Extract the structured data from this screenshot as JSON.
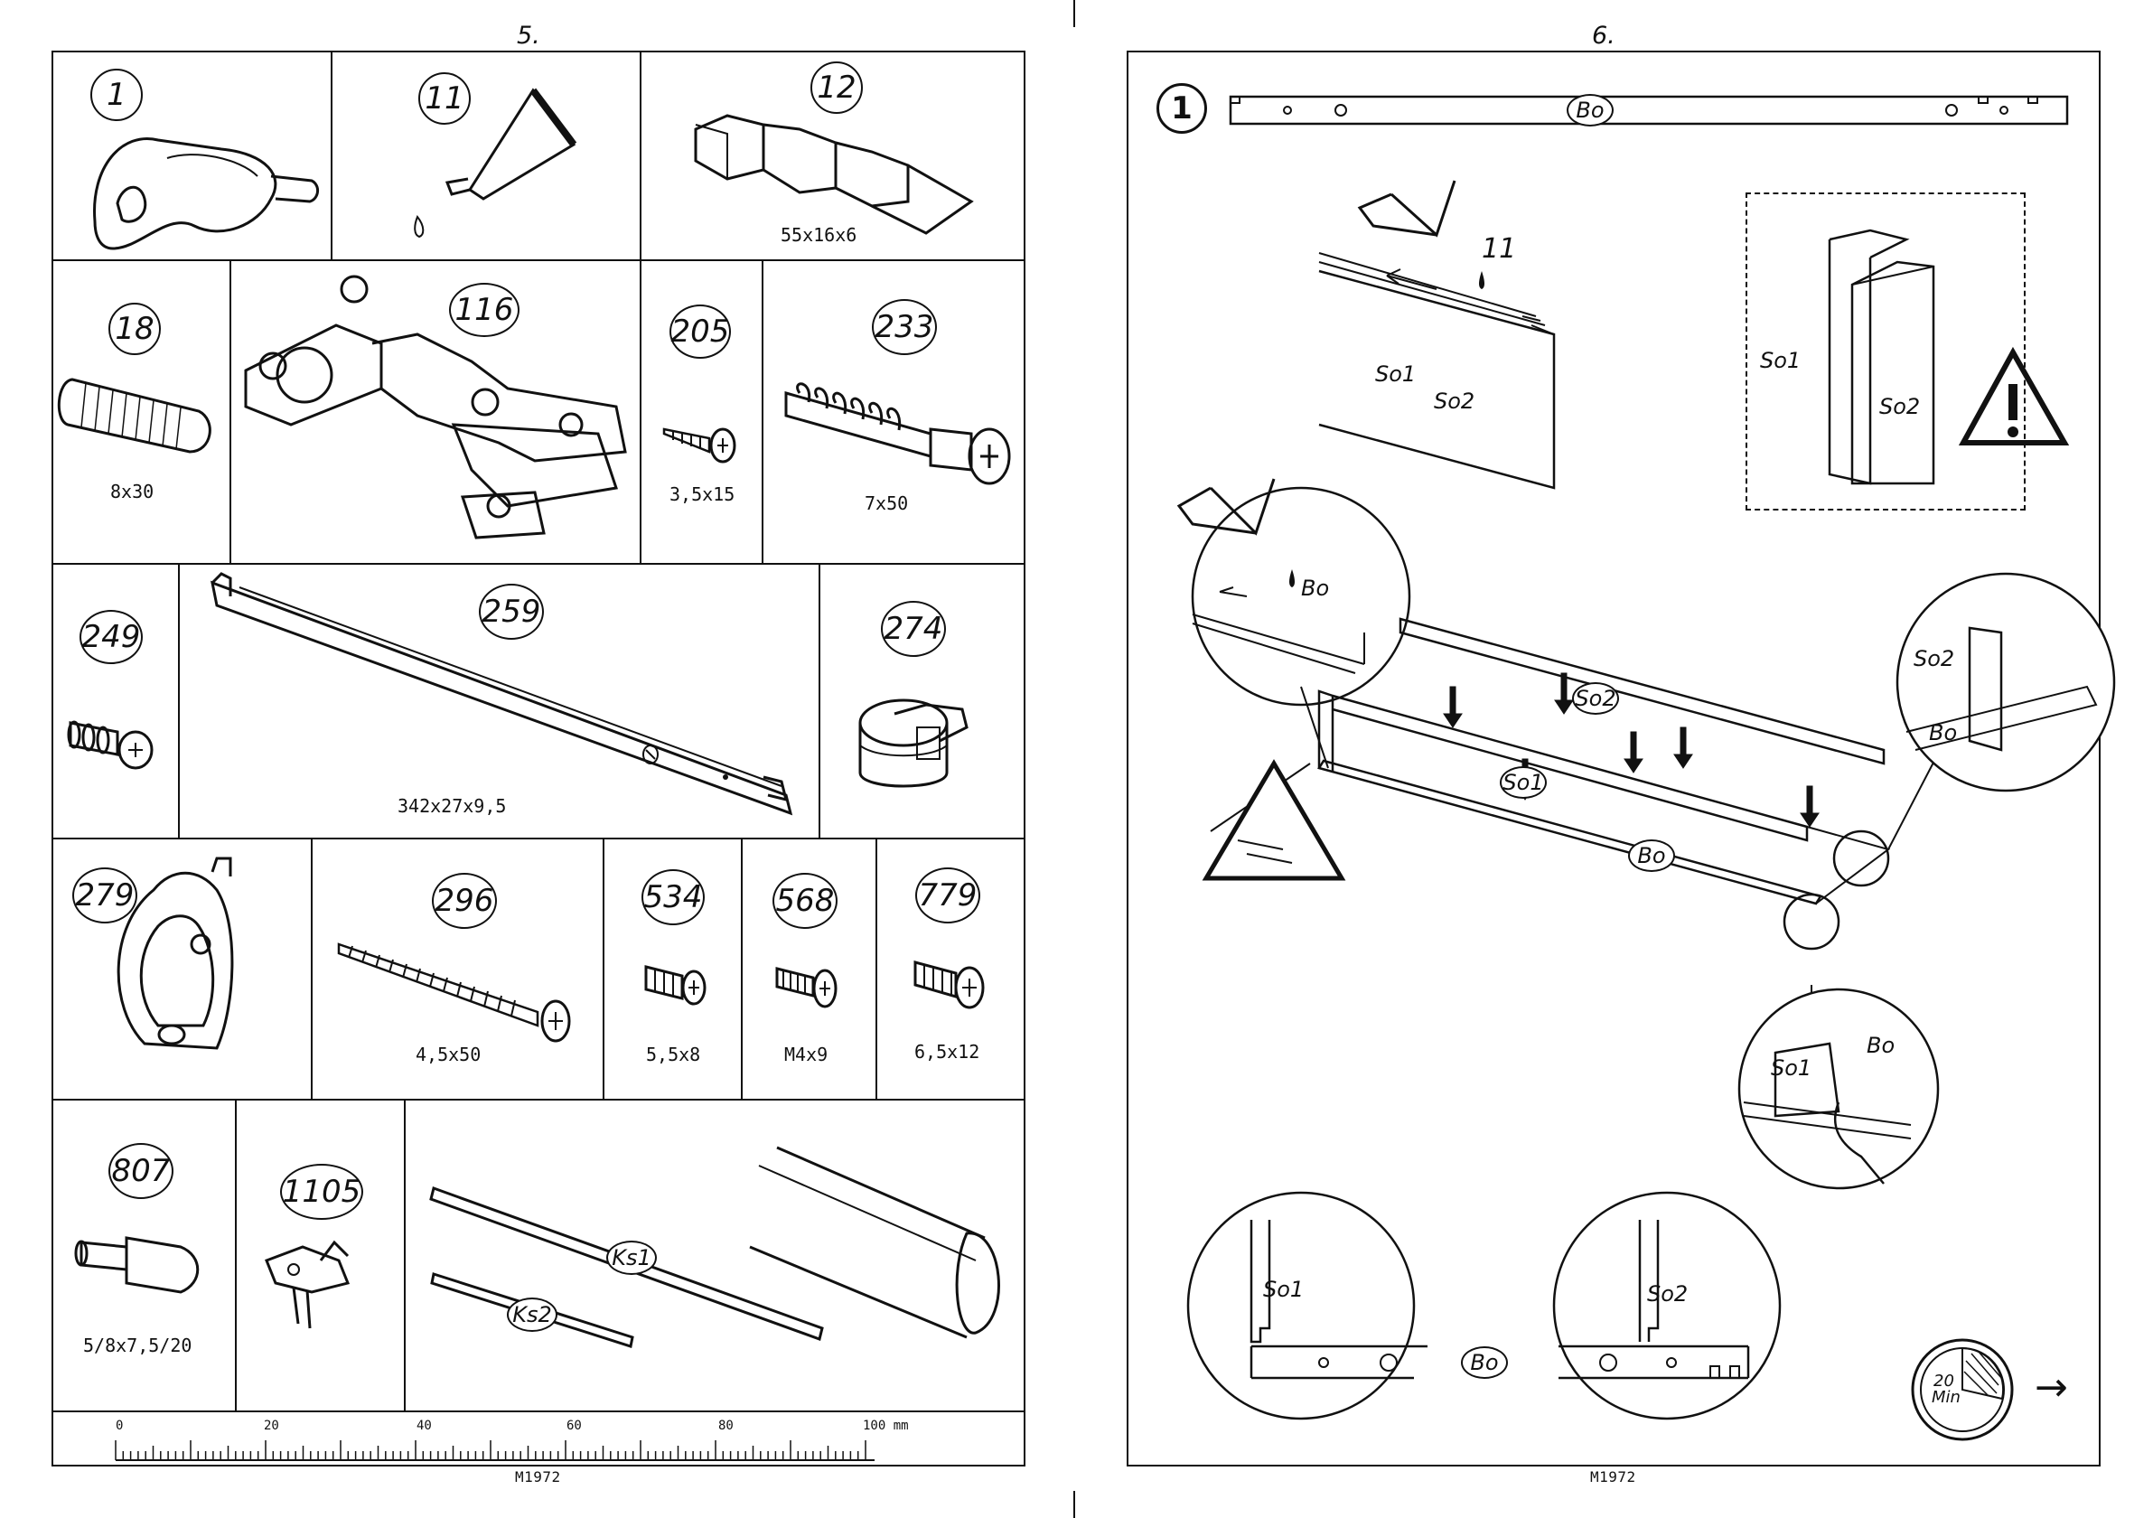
{
  "left_page": {
    "page_number": "5.",
    "code": "M1972",
    "parts": [
      {
        "id": "1",
        "dim": ""
      },
      {
        "id": "11",
        "dim": ""
      },
      {
        "id": "12",
        "dim": "55x16x6"
      },
      {
        "id": "18",
        "dim": "8x30"
      },
      {
        "id": "116",
        "dim": ""
      },
      {
        "id": "205",
        "dim": "3,5x15"
      },
      {
        "id": "233",
        "dim": "7x50"
      },
      {
        "id": "249",
        "dim": ""
      },
      {
        "id": "259",
        "dim": "342x27x9,5"
      },
      {
        "id": "274",
        "dim": ""
      },
      {
        "id": "279",
        "dim": ""
      },
      {
        "id": "296",
        "dim": "4,5x50"
      },
      {
        "id": "534",
        "dim": "5,5x8"
      },
      {
        "id": "568",
        "dim": "M4x9"
      },
      {
        "id": "779",
        "dim": "6,5x12"
      },
      {
        "id": "807",
        "dim": "5/8x7,5/20"
      },
      {
        "id": "1105",
        "dim": ""
      }
    ],
    "rods": {
      "ks1": "Ks1",
      "ks2": "Ks2"
    },
    "ruler": {
      "labels": [
        "0",
        "20",
        "40",
        "60",
        "80",
        "100 mm"
      ]
    }
  },
  "right_page": {
    "page_number": "6.",
    "code": "M1972",
    "step": "1",
    "labels": {
      "bo": "Bo",
      "so1": "So1",
      "so2": "So2",
      "glue": "11"
    },
    "timer": {
      "value": "20",
      "unit": "Min"
    },
    "next_arrow": "→"
  }
}
